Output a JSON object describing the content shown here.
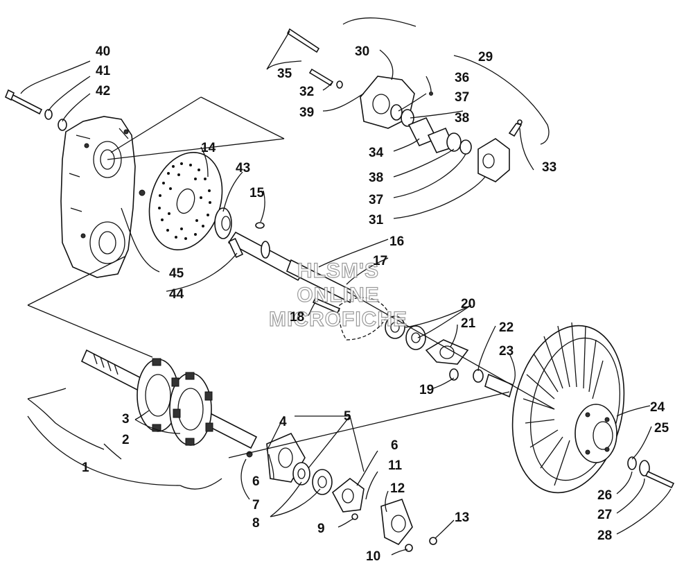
{
  "diagram": {
    "callouts": [
      "1",
      "2",
      "3",
      "4",
      "5",
      "6",
      "6",
      "7",
      "8",
      "9",
      "10",
      "11",
      "12",
      "13",
      "14",
      "15",
      "16",
      "17",
      "18",
      "19",
      "20",
      "21",
      "22",
      "23",
      "24",
      "25",
      "26",
      "27",
      "28",
      "29",
      "30",
      "31",
      "32",
      "33",
      "34",
      "35",
      "36",
      "37",
      "37",
      "38",
      "38",
      "39",
      "40",
      "41",
      "42",
      "43",
      "44",
      "45"
    ],
    "watermark": [
      "HLSM'S",
      "ONLINE",
      "MICROFICHE"
    ]
  }
}
